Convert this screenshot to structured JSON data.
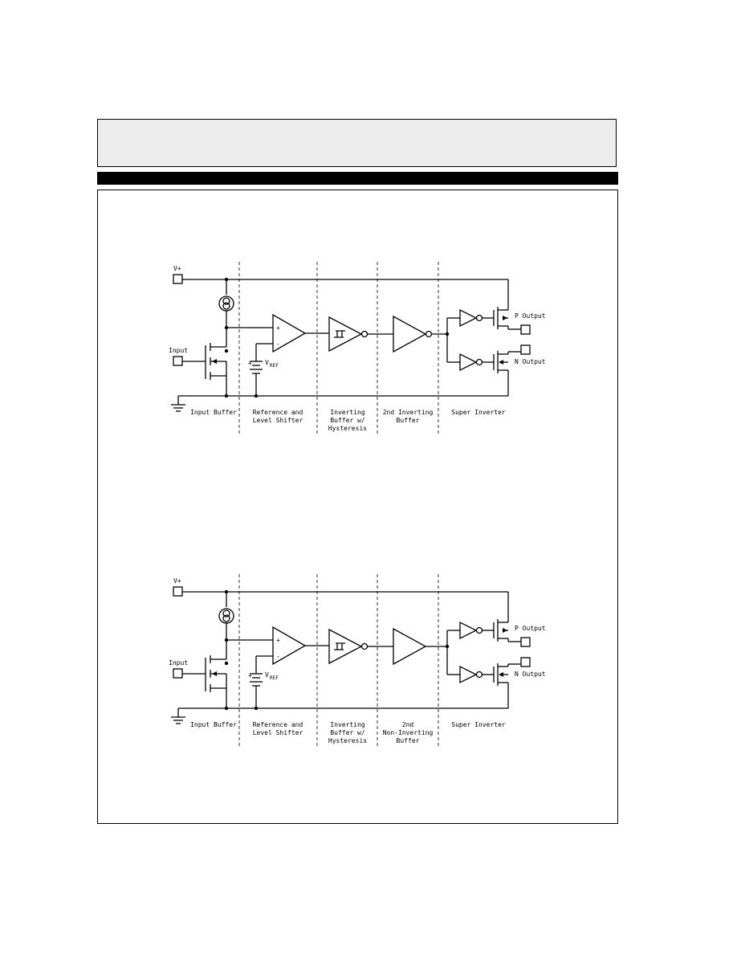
{
  "diagrams": [
    {
      "supply_label": "V+",
      "input_label": "Input",
      "p_output_label": "P Output",
      "n_output_label": "N Output",
      "vref_main": "V",
      "vref_sub": "REF",
      "sections": [
        {
          "line1": "Input Buffer",
          "line2": "",
          "line3": ""
        },
        {
          "line1": "Reference and",
          "line2": "Level Shifter",
          "line3": ""
        },
        {
          "line1": "Inverting",
          "line2": "Buffer w/",
          "line3": "Hysteresis"
        },
        {
          "line1": "2nd Inverting",
          "line2": "Buffer",
          "line3": ""
        },
        {
          "line1": "Super Inverter",
          "line2": "",
          "line3": ""
        }
      ]
    },
    {
      "supply_label": "V+",
      "input_label": "Input",
      "p_output_label": "P Output",
      "n_output_label": "N Output",
      "vref_main": "V",
      "vref_sub": "REF",
      "sections": [
        {
          "line1": "Input Buffer",
          "line2": "",
          "line3": ""
        },
        {
          "line1": "Reference and",
          "line2": "Level Shifter",
          "line3": ""
        },
        {
          "line1": "Inverting",
          "line2": "Buffer w/",
          "line3": "Hysteresis"
        },
        {
          "line1": "2nd",
          "line2": "Non-Inverting",
          "line3": "Buffer"
        },
        {
          "line1": "Super Inverter",
          "line2": "",
          "line3": ""
        }
      ]
    }
  ]
}
